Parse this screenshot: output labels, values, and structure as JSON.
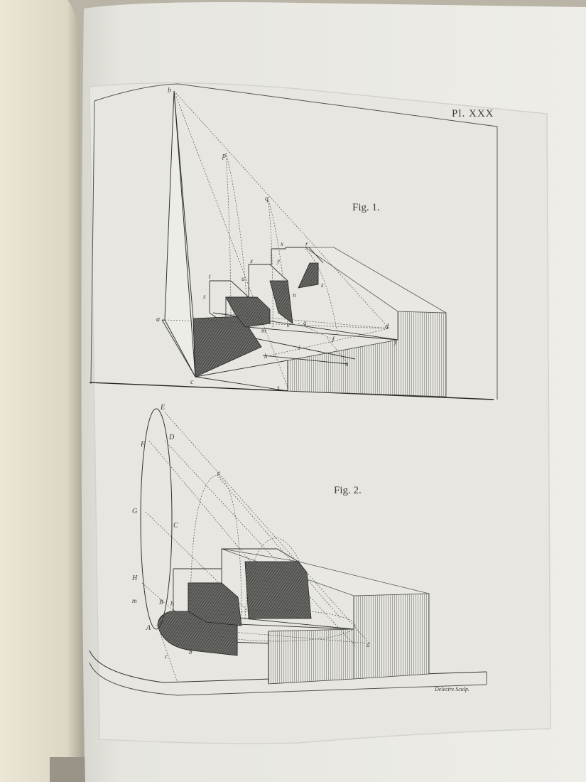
{
  "plate": {
    "number": "Pl. XXX",
    "engraver": "Delectre Sculp.",
    "fig1": {
      "caption": "Fig. 1.",
      "letters": [
        "b",
        "p",
        "q",
        "x",
        "r",
        "x",
        "y",
        "t",
        "u",
        "z",
        "a",
        "s",
        "c",
        "e",
        "m",
        "n",
        "g",
        "d",
        "h",
        "i",
        "f",
        "u",
        "y",
        "s"
      ]
    },
    "fig2": {
      "caption": "Fig. 2.",
      "letters": [
        "E",
        "D",
        "F",
        "G",
        "C",
        "H",
        "m",
        "B",
        "h",
        "A",
        "e",
        "c",
        "b",
        "d"
      ]
    }
  }
}
